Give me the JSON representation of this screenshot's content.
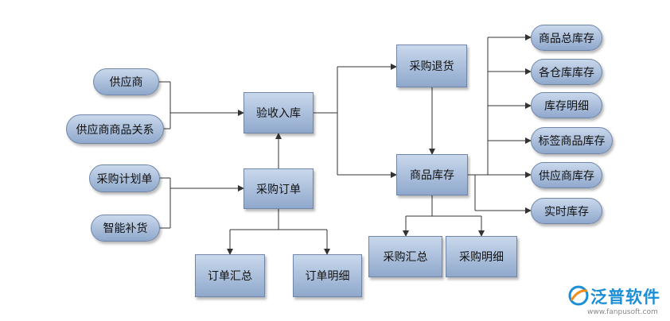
{
  "nodes": {
    "supplier": "供应商",
    "supplier_product": "供应商商品关系",
    "purchase_plan": "采购计划单",
    "smart_restock": "智能补货",
    "inspection_in": "验收入库",
    "purchase_order": "采购订单",
    "order_summary": "订单汇总",
    "order_detail": "订单明细",
    "purchase_return": "采购退货",
    "product_stock": "商品库存",
    "purchase_summary": "采购汇总",
    "purchase_detail": "采购明细",
    "total_stock": "商品总库存",
    "warehouse_stock": "各仓库库存",
    "stock_detail": "库存明细",
    "tag_stock": "标签商品库存",
    "supplier_stock": "供应商库存",
    "realtime_stock": "实时库存"
  },
  "logo": {
    "name": "泛普软件",
    "url": "www.fanpusoft.com",
    "accent": "#1a8ed6",
    "secondary": "#f08c1a"
  },
  "colors": {
    "node_fill_top": "#c9d8ec",
    "node_fill_bottom": "#8fa8cc",
    "node_border": "#6f86a8",
    "connector": "#333333"
  }
}
